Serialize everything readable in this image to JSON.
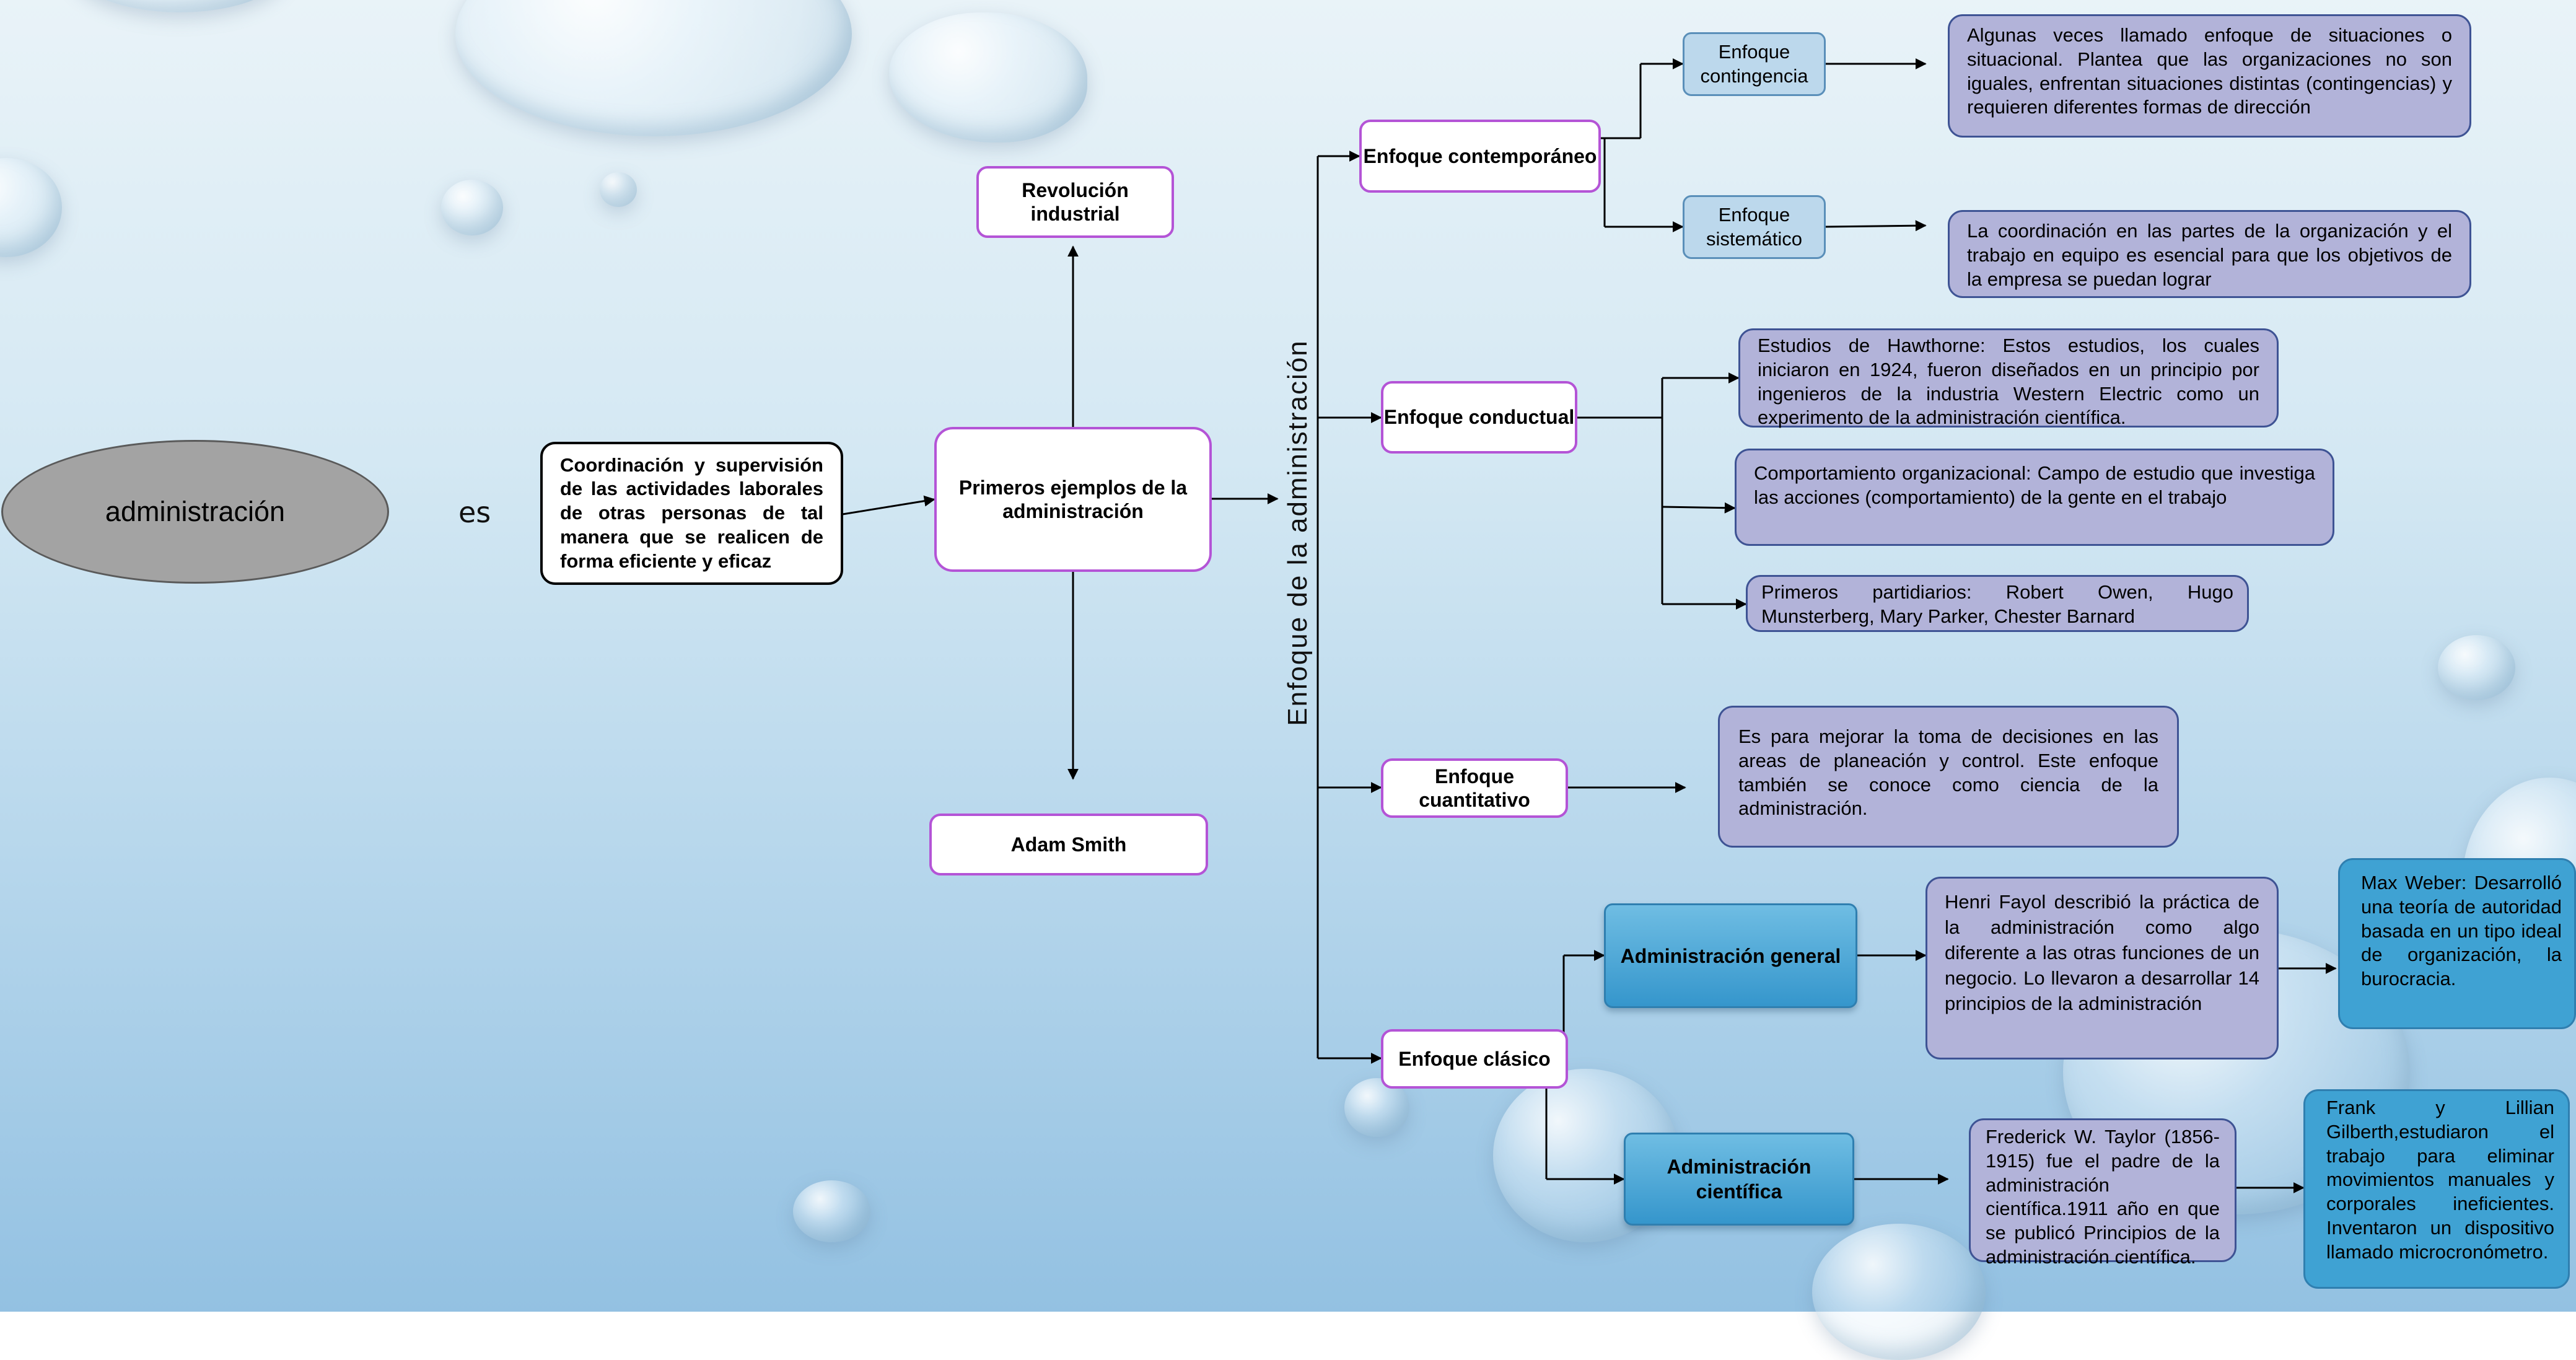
{
  "main_concept": "administración",
  "connector_es": "es",
  "definition": "Coordinación y supervisión de las actividades laborales de otras personas de tal manera que se realicen de forma eficiente y eficaz",
  "early_examples": {
    "title": "Primeros ejemplos de la administración",
    "revolution": "Revolución industrial",
    "adam_smith": "Adam Smith"
  },
  "approach_label": "Enfoque de la administración",
  "contemporary": {
    "title": "Enfoque contemporáneo",
    "contingency": {
      "title": "Enfoque contingencia",
      "text": "Algunas veces llamado enfoque de situaciones o situacional. Plantea que las organizaciones no son iguales, enfrentan situaciones distintas (contingencias) y requieren diferentes formas de dirección"
    },
    "systematic": {
      "title": "Enfoque sistemático",
      "text": "La coordinación en las partes de la organización y el trabajo en equipo es esencial para que los objetivos de la empresa se puedan lograr"
    }
  },
  "behavioral": {
    "title": "Enfoque conductual",
    "hawthorne": "Estudios de Hawthorne: Estos estudios, los cuales iniciaron en 1924, fueron diseñados en un principio por ingenieros de la industria Western Electric como un experimento de la administración científica.",
    "organizational": "Comportamiento organizacional:  Campo de estudio que investiga las acciones (comportamiento) de la gente en el trabajo",
    "supporters": "Primeros partidiarios: Robert Owen, Hugo Munsterberg, Mary Parker, Chester Barnard"
  },
  "quantitative": {
    "title": "Enfoque cuantitativo",
    "text": "Es para mejorar la toma de decisiones en las areas de planeación y control. Este enfoque también se conoce como ciencia de la administración."
  },
  "classical": {
    "title": "Enfoque clásico",
    "general": {
      "title": "Administración general",
      "text": "Henri Fayol describió la práctica de la administración como algo diferente a las otras funciones de un negocio. Lo llevaron a desarrollar 14 principios de la administración",
      "weber": "Max Weber: Desarrolló una teoría de autoridad basada en un tipo ideal de organización, la burocracia."
    },
    "scientific": {
      "title": "Administración científica",
      "text": "Frederick W. Taylor (1856-1915) fue el padre de la administración científica.1911 año en que se publicó Principios de la administración científica.",
      "gilbreth": "Frank y Lillian Gilberth,estudiaron el trabajo para eliminar movimientos manuales y corporales ineficientes. Inventaron un dispositivo llamado microcronómetro."
    }
  },
  "colors": {
    "node_border": "#b454d6",
    "lavender_fill": "#b2b3d9",
    "teal_fill": "#3fa2d3",
    "ellipse_fill": "#a3a3a3"
  }
}
